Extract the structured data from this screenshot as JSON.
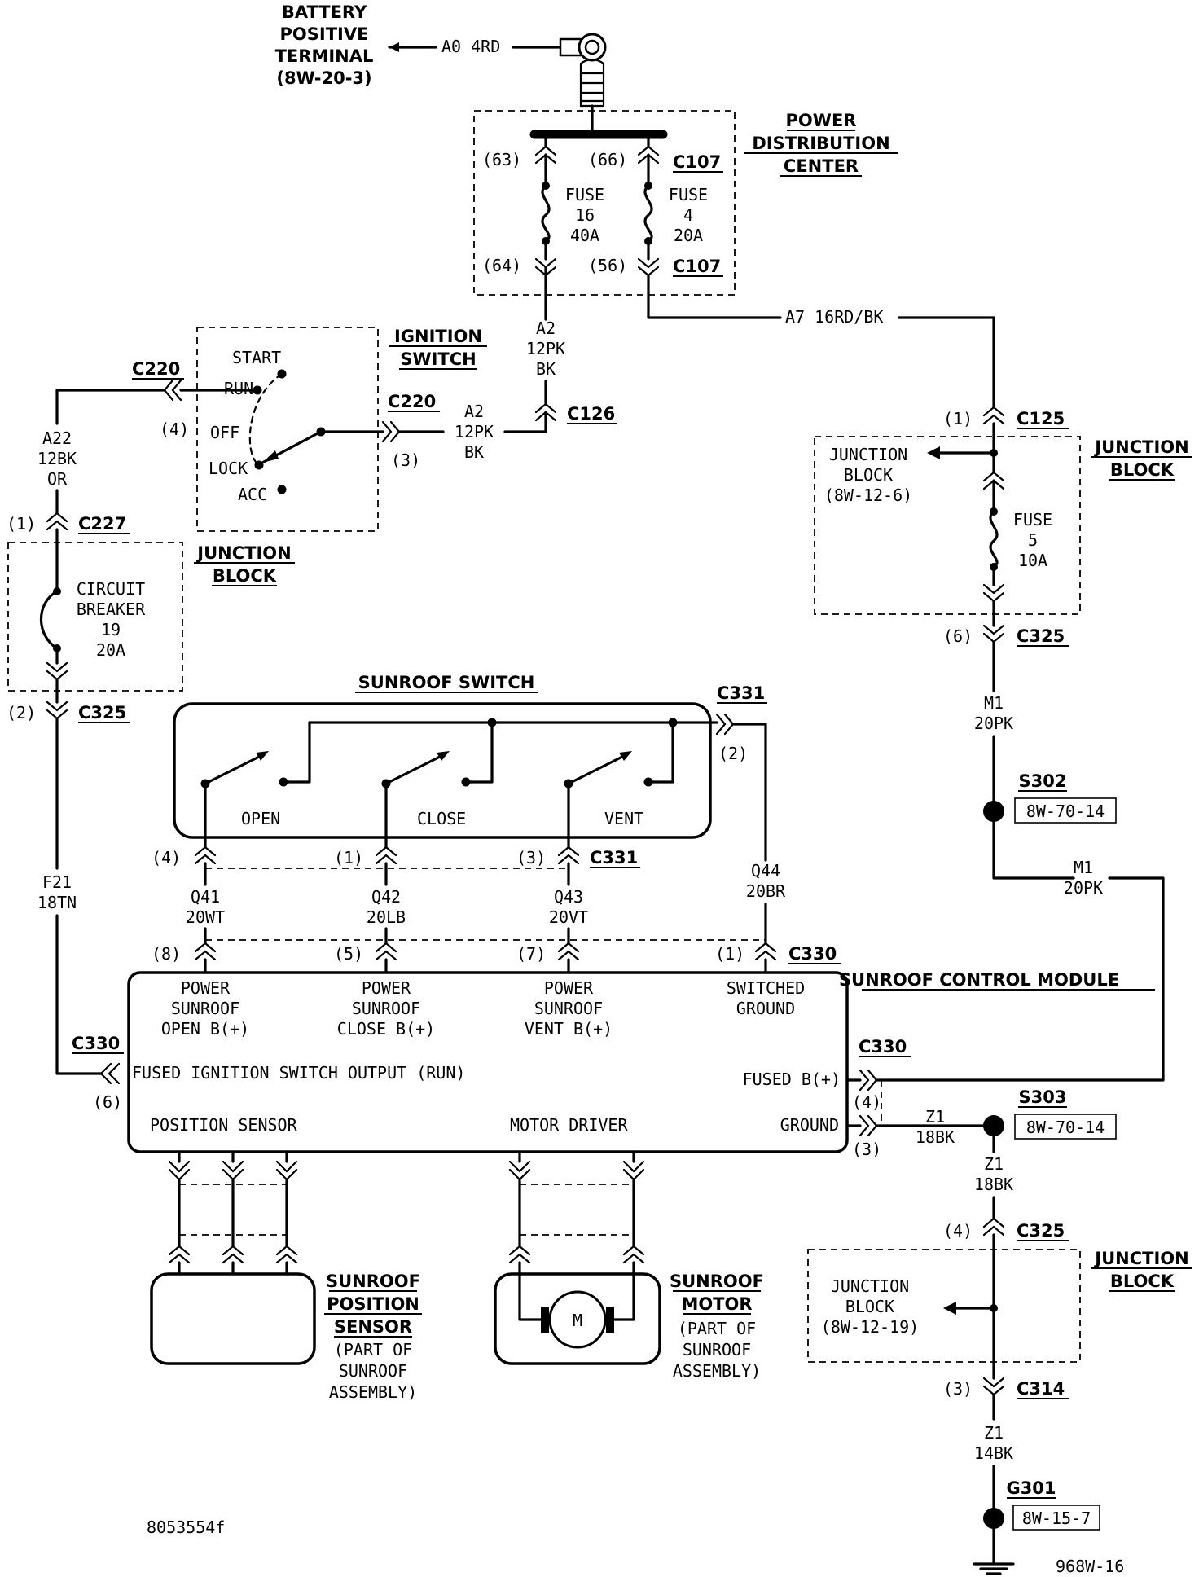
{
  "components": {
    "battery": {
      "title_lines": [
        "BATTERY",
        "POSITIVE",
        "TERMINAL",
        "(8W-20-3)"
      ]
    },
    "pdc": {
      "title_lines": [
        "POWER",
        "DISTRIBUTION",
        "CENTER"
      ]
    },
    "fuse16": {
      "lines": [
        "FUSE",
        "16",
        "40A"
      ]
    },
    "fuse4": {
      "lines": [
        "FUSE",
        "4",
        "20A"
      ]
    },
    "ignition_switch": {
      "title_lines": [
        "IGNITION",
        "SWITCH"
      ],
      "positions": [
        "START",
        "RUN",
        "OFF",
        "LOCK",
        "ACC"
      ]
    },
    "jb_left": {
      "title_lines": [
        "JUNCTION",
        "BLOCK"
      ]
    },
    "circuit_breaker": {
      "lines": [
        "CIRCUIT",
        "BREAKER",
        "19",
        "20A"
      ]
    },
    "jb_right_top": {
      "title_lines": [
        "JUNCTION",
        "BLOCK"
      ],
      "inner_lines": [
        "JUNCTION",
        "BLOCK",
        "(8W-12-6)"
      ]
    },
    "fuse5": {
      "lines": [
        "FUSE",
        "5",
        "10A"
      ]
    },
    "sunroof_switch": {
      "title": "SUNROOF SWITCH",
      "labels": [
        "OPEN",
        "CLOSE",
        "VENT"
      ]
    },
    "control_module": {
      "title": "SUNROOF CONTROL MODULE",
      "pins": {
        "open": [
          "POWER",
          "SUNROOF",
          "OPEN B(+)"
        ],
        "close": [
          "POWER",
          "SUNROOF",
          "CLOSE B(+)"
        ],
        "vent": [
          "POWER",
          "SUNROOF",
          "VENT B(+)"
        ],
        "switched_ground": [
          "SWITCHED",
          "GROUND"
        ],
        "fused_ign": "FUSED IGNITION SWITCH OUTPUT (RUN)",
        "fused_b": "FUSED B(+)",
        "position_sensor": "POSITION SENSOR",
        "motor_driver": "MOTOR DRIVER",
        "ground": "GROUND"
      }
    },
    "position_sensor": {
      "title_lines": [
        "SUNROOF",
        "POSITION",
        "SENSOR"
      ],
      "note_lines": [
        "(PART OF",
        "SUNROOF",
        "ASSEMBLY)"
      ]
    },
    "motor": {
      "title_lines": [
        "SUNROOF",
        "MOTOR"
      ],
      "note_lines": [
        "(PART OF",
        "SUNROOF",
        "ASSEMBLY)"
      ],
      "symbol": "M"
    },
    "jb_right_bottom": {
      "title_lines": [
        "JUNCTION",
        "BLOCK"
      ],
      "inner_lines": [
        "JUNCTION",
        "BLOCK",
        "(8W-12-19)"
      ]
    }
  },
  "connectors": {
    "c107": "C107",
    "c220": "C220",
    "c126": "C126",
    "c125": "C125",
    "c227": "C227",
    "c325": "C325",
    "c331": "C331",
    "c330": "C330",
    "c314": "C314"
  },
  "pins": {
    "p63": "(63)",
    "p66": "(66)",
    "p64": "(64)",
    "p56": "(56)",
    "p1": "(1)",
    "p2": "(2)",
    "p3": "(3)",
    "p4": "(4)",
    "p5": "(5)",
    "p6": "(6)",
    "p7": "(7)",
    "p8": "(8)"
  },
  "wires": {
    "a0": "A0  4RD",
    "a2": [
      "A2",
      "12PK",
      "BK"
    ],
    "a7": "A7  16RD/BK",
    "a22": [
      "A22",
      "12BK",
      "OR"
    ],
    "f21": [
      "F21",
      "18TN"
    ],
    "m1": [
      "M1",
      "20PK"
    ],
    "q41": [
      "Q41",
      "20WT"
    ],
    "q42": [
      "Q42",
      "20LB"
    ],
    "q43": [
      "Q43",
      "20VT"
    ],
    "q44": [
      "Q44",
      "20BR"
    ],
    "z1_18": [
      "Z1",
      "18BK"
    ],
    "z1_14": [
      "Z1",
      "14BK"
    ]
  },
  "splices": {
    "s302": {
      "name": "S302",
      "ref": "8W-70-14"
    },
    "s303": {
      "name": "S303",
      "ref": "8W-70-14"
    },
    "g301": {
      "name": "G301",
      "ref": "8W-15-7"
    }
  },
  "footer": {
    "figure_id": "8053554f",
    "page_ref": "968W-16"
  }
}
